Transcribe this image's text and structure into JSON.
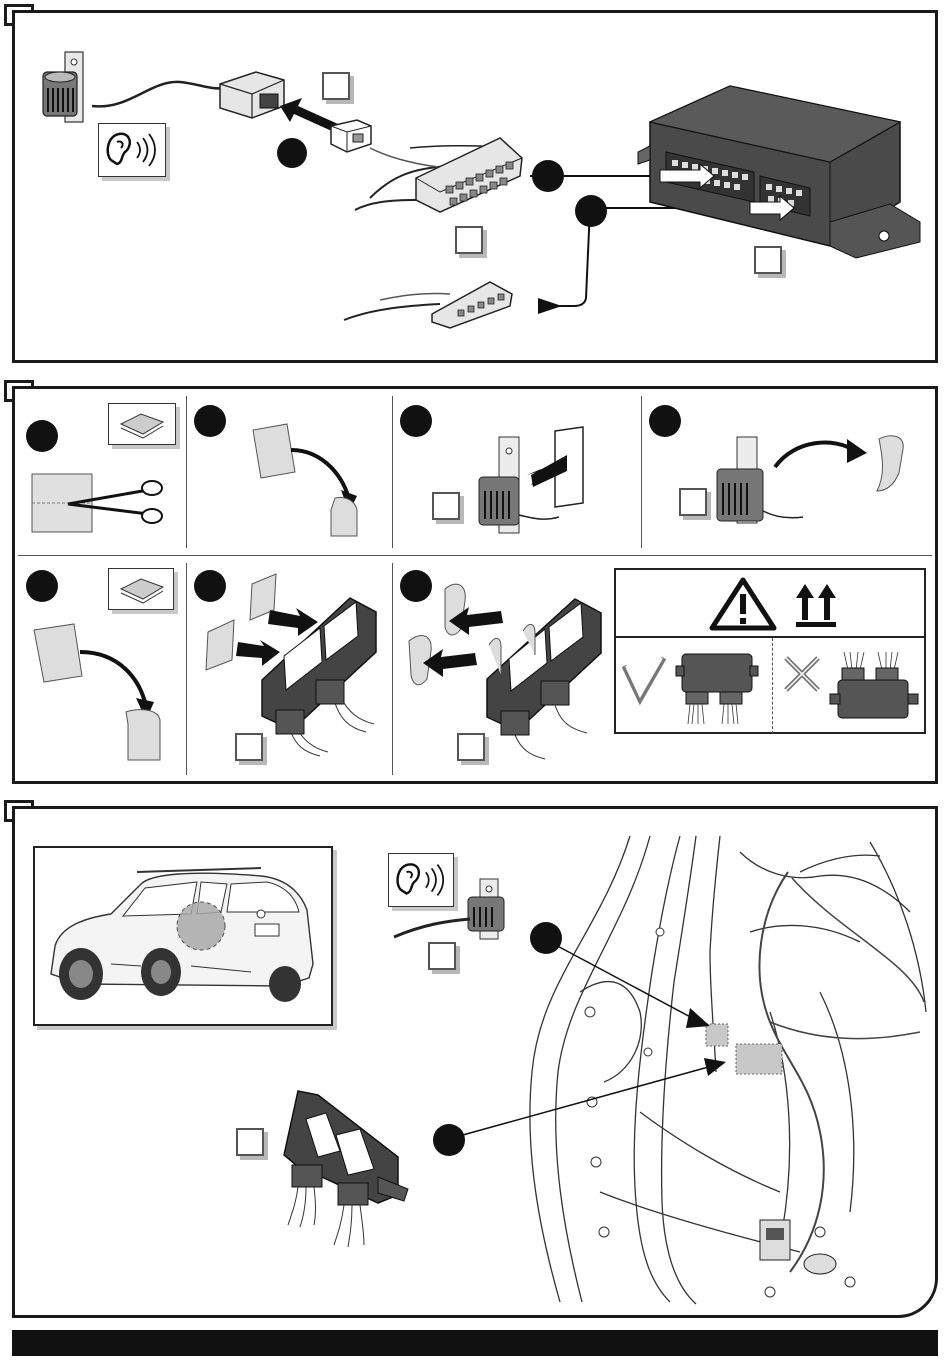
{
  "document": {
    "type": "installation instructions page",
    "sections": [
      {
        "id": "section-1",
        "label": "",
        "description_steps": 2
      },
      {
        "id": "section-2",
        "label": "",
        "description_steps": 7
      },
      {
        "id": "section-3",
        "label": "",
        "description_steps": 2
      }
    ]
  },
  "icons": {
    "sound": "ear-sound-icon",
    "adhesive": "adhesive-pad-icon",
    "warning": "warning-triangle-icon",
    "orientation": "this-way-up-arrows-icon",
    "correct": "checkmark-icon",
    "incorrect": "cross-icon",
    "scissors": "scissors-icon"
  },
  "colors": {
    "ink": "#1a1a1a",
    "badge": "#111111",
    "module": "#3a3a3a",
    "highlight": "#c8c8c8",
    "footer": "#111111"
  }
}
